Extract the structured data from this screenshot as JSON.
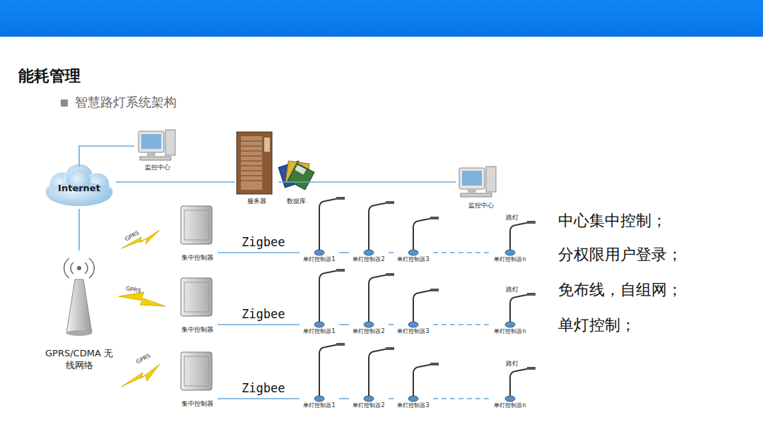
{
  "diagram": {
    "title": "能耗管理",
    "nodes": [
      {
        "text": [
          "Internet"
        ]
      },
      {
        "text": [
          "监控中心"
        ]
      },
      {
        "text": [
          "服务器"
        ]
      },
      {
        "text": [
          "数据库"
        ]
      },
      {
        "text": [
          "监控中心"
        ]
      },
      {
        "text": [
          "GPRS/CDMA 无线网络"
        ]
      },
      {
        "text": [
          "集中控制器"
        ]
      },
      {
        "text": [
          "单灯控制器1"
        ]
      },
      {
        "text": [
          "单灯控制器2"
        ]
      },
      {
        "text": [
          "单灯控制器3"
        ]
      },
      {
        "text": [
          "单灯控制器n"
        ]
      },
      {
        "text": [
          "集中控制器"
        ]
      },
      {
        "text": [
          "单灯控制器1"
        ]
      },
      {
        "text": [
          "单灯控制器2"
        ]
      },
      {
        "text": [
          "单灯控制器3"
        ]
      },
      {
        "text": [
          "单灯控制器n"
        ]
      },
      {
        "text": [
          "集中控制器"
        ]
      },
      {
        "text": [
          "单灯控制器1"
        ]
      },
      {
        "text": [
          "单灯控制器2"
        ]
      },
      {
        "text": [
          "单灯控制器3"
        ]
      },
      {
        "text": [
          "单灯控制器n"
        ]
      }
    ],
    "edges": [
      {
        "from": 0,
        "to": 1,
        "arrow": "none"
      },
      {
        "from": 0,
        "to": 2,
        "arrow": "none"
      },
      {
        "from": 2,
        "to": 4,
        "arrow": "none"
      },
      {
        "from": 0,
        "to": 5,
        "arrow": "none"
      },
      {
        "from": 6,
        "to": 7,
        "label": "Zigbee",
        "arrow": "none"
      },
      {
        "from": 7,
        "to": 8,
        "arrow": "none"
      },
      {
        "from": 8,
        "to": 9,
        "arrow": "none"
      },
      {
        "from": 9,
        "to": 10,
        "arrow": "none"
      },
      {
        "from": 11,
        "to": 12,
        "label": "Zigbee",
        "arrow": "none"
      },
      {
        "from": 12,
        "to": 13,
        "arrow": "none"
      },
      {
        "from": 13,
        "to": 14,
        "arrow": "none"
      },
      {
        "from": 14,
        "to": 15,
        "arrow": "none"
      },
      {
        "from": 16,
        "to": 17,
        "label": "Zigbee",
        "arrow": "none"
      },
      {
        "from": 17,
        "to": 18,
        "arrow": "none"
      },
      {
        "from": 18,
        "to": 19,
        "arrow": "none"
      },
      {
        "from": 19,
        "to": 20,
        "arrow": "none"
      }
    ],
    "labels": [
      "智慧路灯系统架构",
      "GPRS",
      "GPRS",
      "GPRS",
      "路灯",
      "路灯",
      "路灯",
      "中心集中控制；",
      "分权限用户登录；",
      "免布线，自组网；",
      "单灯控制；"
    ]
  }
}
